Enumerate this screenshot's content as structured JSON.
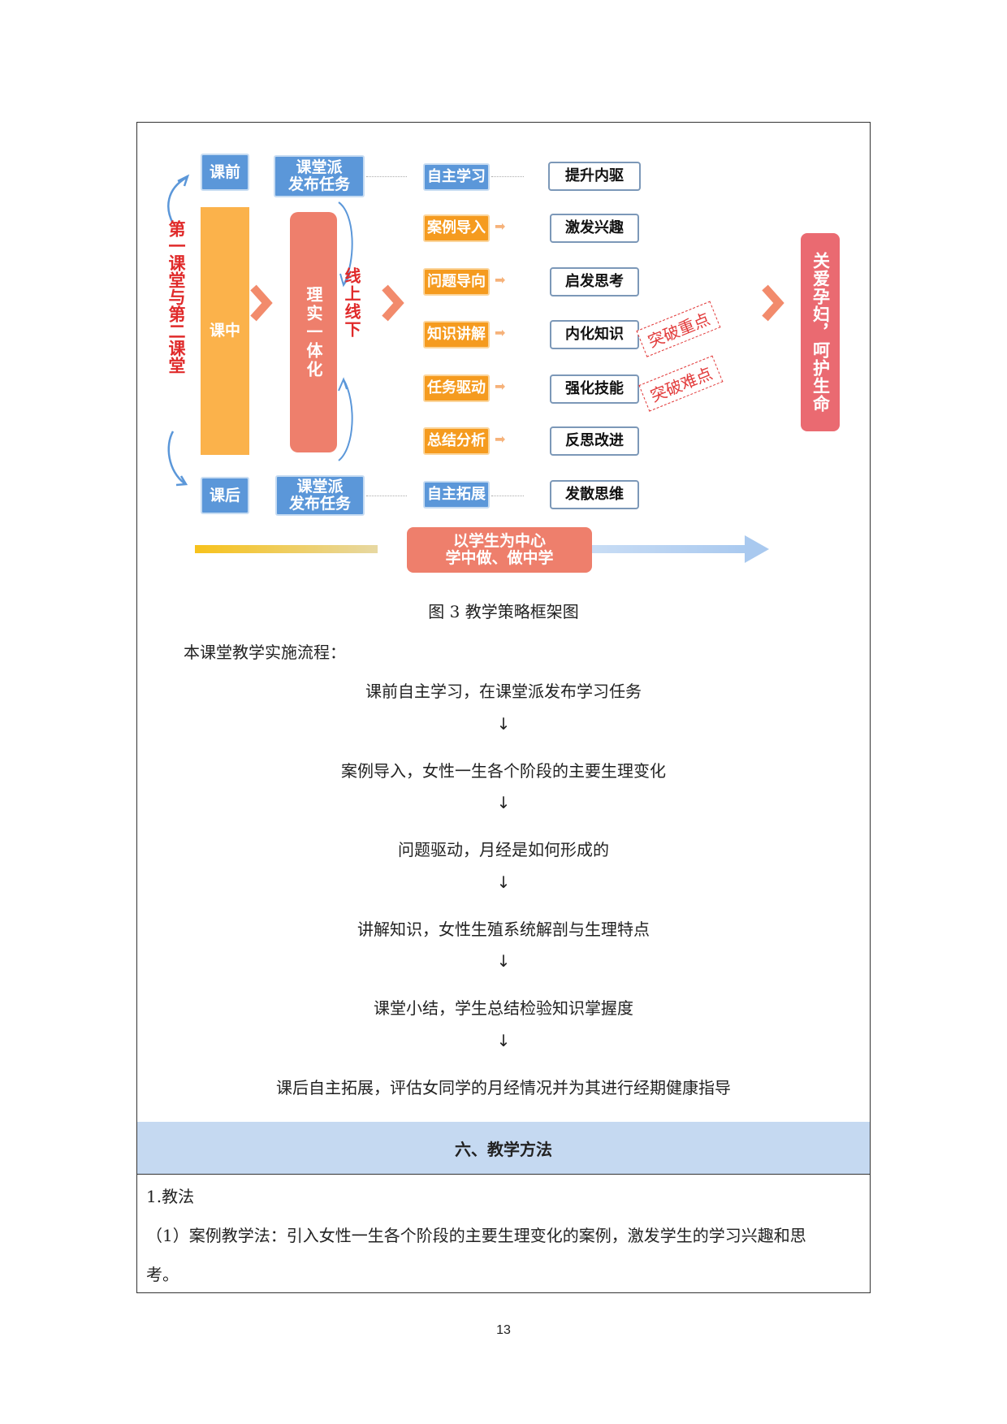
{
  "diagram": {
    "side_label": "第一课堂与第二课堂",
    "phase_before": "课前",
    "phase_during": "课中",
    "phase_after": "课后",
    "platform_before_1": "课堂派",
    "platform_before_2": "发布任务",
    "platform_after_1": "课堂派",
    "platform_after_2": "发布任务",
    "integration": "理实一体化",
    "online_offline": "线上线下",
    "activities": [
      "自主学习",
      "案例导入",
      "问题导向",
      "知识讲解",
      "任务驱动",
      "总结分析",
      "自主拓展"
    ],
    "outcomes": [
      "提升内驱",
      "激发兴趣",
      "启发思考",
      "内化知识",
      "强化技能",
      "反思改进",
      "发散思维"
    ],
    "stamp_key": "突破重点",
    "stamp_difficulty": "突破难点",
    "goal": "关爱孕妇，呵护生命",
    "center_1": "以学生为中心",
    "center_2": "学中做、做中学",
    "colors": {
      "blue": "#5b97d9",
      "orange": "#f59b1f",
      "salmon": "#ee7f6c",
      "pink": "#ea6a71",
      "red": "#e02a2a"
    }
  },
  "caption": "图 3   教学策略框架图",
  "intro": "本课堂教学实施流程：",
  "flow": [
    "课前自主学习，在课堂派发布学习任务",
    "案例导入，女性一生各个阶段的主要生理变化",
    "问题驱动，月经是如何形成的",
    "讲解知识，女性生殖系统解剖与生理特点",
    "课堂小结，学生总结检验知识掌握度",
    "课后自主拓展，评估女同学的月经情况并为其进行经期健康指导"
  ],
  "flow_arrow": "↓",
  "section_title": "六、教学方法",
  "subhead": "1.教法",
  "para1": "（1）案例教学法：引入女性一生各个阶段的主要生理变化的案例，激发学生的学习兴趣和思",
  "para1_cont": "考。",
  "page_number": "13"
}
